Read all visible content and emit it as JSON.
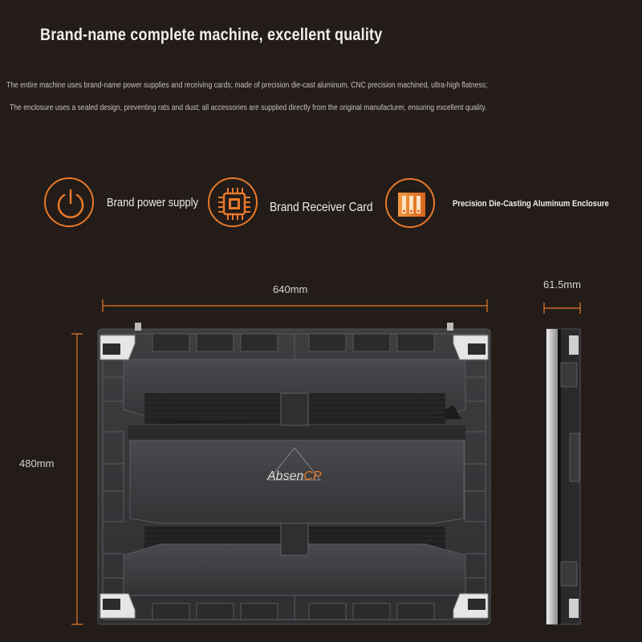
{
  "heading": "Brand-name complete machine, excellent quality",
  "description": [
    "The entire machine uses brand-name power supplies and receiving cards; made of precision die-cast aluminum, CNC precision machined, ultra-high flatness;",
    "The enclosure uses a sealed design, preventing rats and dust; all accessories are supplied directly from the original manufacturer, ensuring excellent quality."
  ],
  "features": [
    {
      "label": "Brand power supply",
      "icon": "power-icon"
    },
    {
      "label": "Brand Receiver Card",
      "icon": "chip-icon"
    },
    {
      "label": "Precision Die-Casting Aluminum Enclosure",
      "icon": "enclosure-icon"
    }
  ],
  "dimensions": {
    "width": "640mm",
    "depth": "61.5mm",
    "height": "480mm"
  },
  "logo": {
    "text": "AbsenCP"
  },
  "colors": {
    "background": "#231c18",
    "accent": "#e8792a",
    "cabinet": "#3a3a3c",
    "cabinet_dark": "#2a2a2c"
  }
}
